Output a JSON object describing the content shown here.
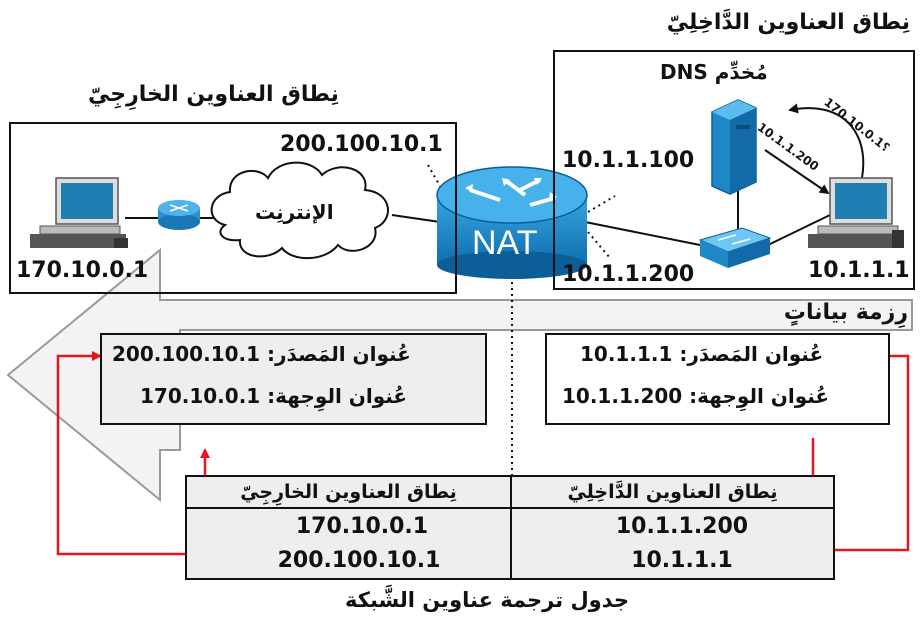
{
  "internal_zone": {
    "title": "نِطاق العناوين الدَّاخِلِيّ",
    "dns_label": "مُخدِّم DNS",
    "query_label": "؟170.10.0.1",
    "reply_label": "10.1.1.200",
    "nat_ip": "10.1.1.100",
    "host_ip": "10.1.1.1",
    "nat_ip2": "10.1.1.200"
  },
  "external_zone": {
    "title": "نِطاق العناوين الخارِجِيّ",
    "nat_public_ip": "200.100.10.1",
    "internet_label": "الإنترنِت",
    "host_ip": "170.10.0.1"
  },
  "nat_label": "NAT",
  "packet_in": {
    "title": "رِزمة بياناتٍ",
    "source": "عُنوان المَصدَر: 10.1.1.1",
    "destination": "عُنوان الوِجهة: 10.1.1.200"
  },
  "packet_out": {
    "source": "عُنوان المَصدَر: 200.100.10.1",
    "destination": "عُنوان الوِجهة: 170.10.0.1"
  },
  "nat_table": {
    "caption": "جدول ترجمة عناوين الشَّبكة",
    "headers": [
      "نِطاق العناوين الدَّاخِلِيّ",
      "نِطاق العناوين الخارِجِيّ"
    ],
    "rows": [
      [
        "10.1.1.200",
        "170.10.0.1"
      ],
      [
        "10.1.1.1",
        "200.100.10.1"
      ]
    ]
  },
  "colors": {
    "arrow": "#e8141c",
    "device_blue": "#1e88c8",
    "screen": "#1f7fb3"
  }
}
